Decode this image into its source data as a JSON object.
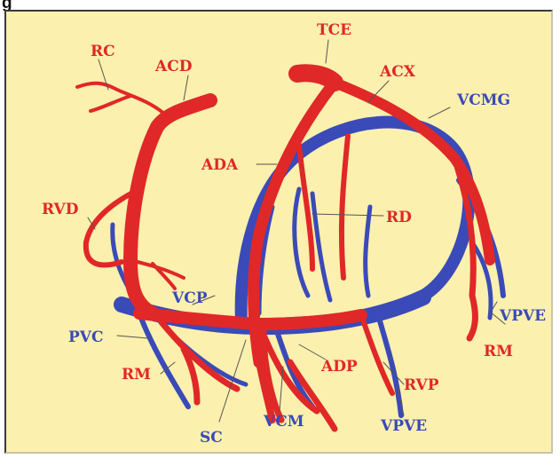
{
  "header": {
    "text": "g"
  },
  "colors": {
    "artery": "#e02828",
    "vein": "#3a4ab8",
    "background": "#fbf0ad",
    "leader": "#555555"
  },
  "labels": {
    "tce": "TCE",
    "rc": "RC",
    "acd": "ACD",
    "acx": "ACX",
    "vcmg": "VCMG",
    "ada": "ADA",
    "rd": "RD",
    "rvd": "RVD",
    "vcp": "VCP",
    "pvc": "PVC",
    "vpve_right": "VPVE",
    "rm_right": "RM",
    "rm_left": "RM",
    "adp": "ADP",
    "rvp": "RVP",
    "sc": "SC",
    "vcm": "VCM",
    "vpve_bottom": "VPVE"
  }
}
